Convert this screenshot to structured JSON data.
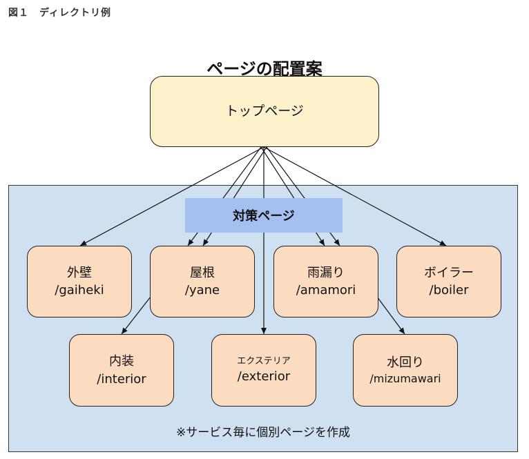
{
  "figure_label": "図１　ディレクトリ例",
  "title": "ページの配置案",
  "top_page": "トップページ",
  "banner": "対策ページ",
  "nodes": {
    "gaiheki": {
      "name": "外壁",
      "path": "/gaiheki"
    },
    "yane": {
      "name": "屋根",
      "path": "/yane"
    },
    "amamori": {
      "name": "雨漏り",
      "path": "/amamori"
    },
    "boiler": {
      "name": "ボイラー",
      "path": "/boiler"
    },
    "interior": {
      "name": "内装",
      "path": "/interior"
    },
    "exterior": {
      "name": "エクステリア",
      "path": "/exterior"
    },
    "mizumawari": {
      "name": "水回り",
      "path": "/mizumawari"
    }
  },
  "note": "※サービス毎に個別ページを作成",
  "colors": {
    "top_fill": "#fdf1cc",
    "node_fill": "#fbdcc0",
    "region_fill": "#cfe0f0",
    "banner_fill": "#a4c0f0"
  }
}
